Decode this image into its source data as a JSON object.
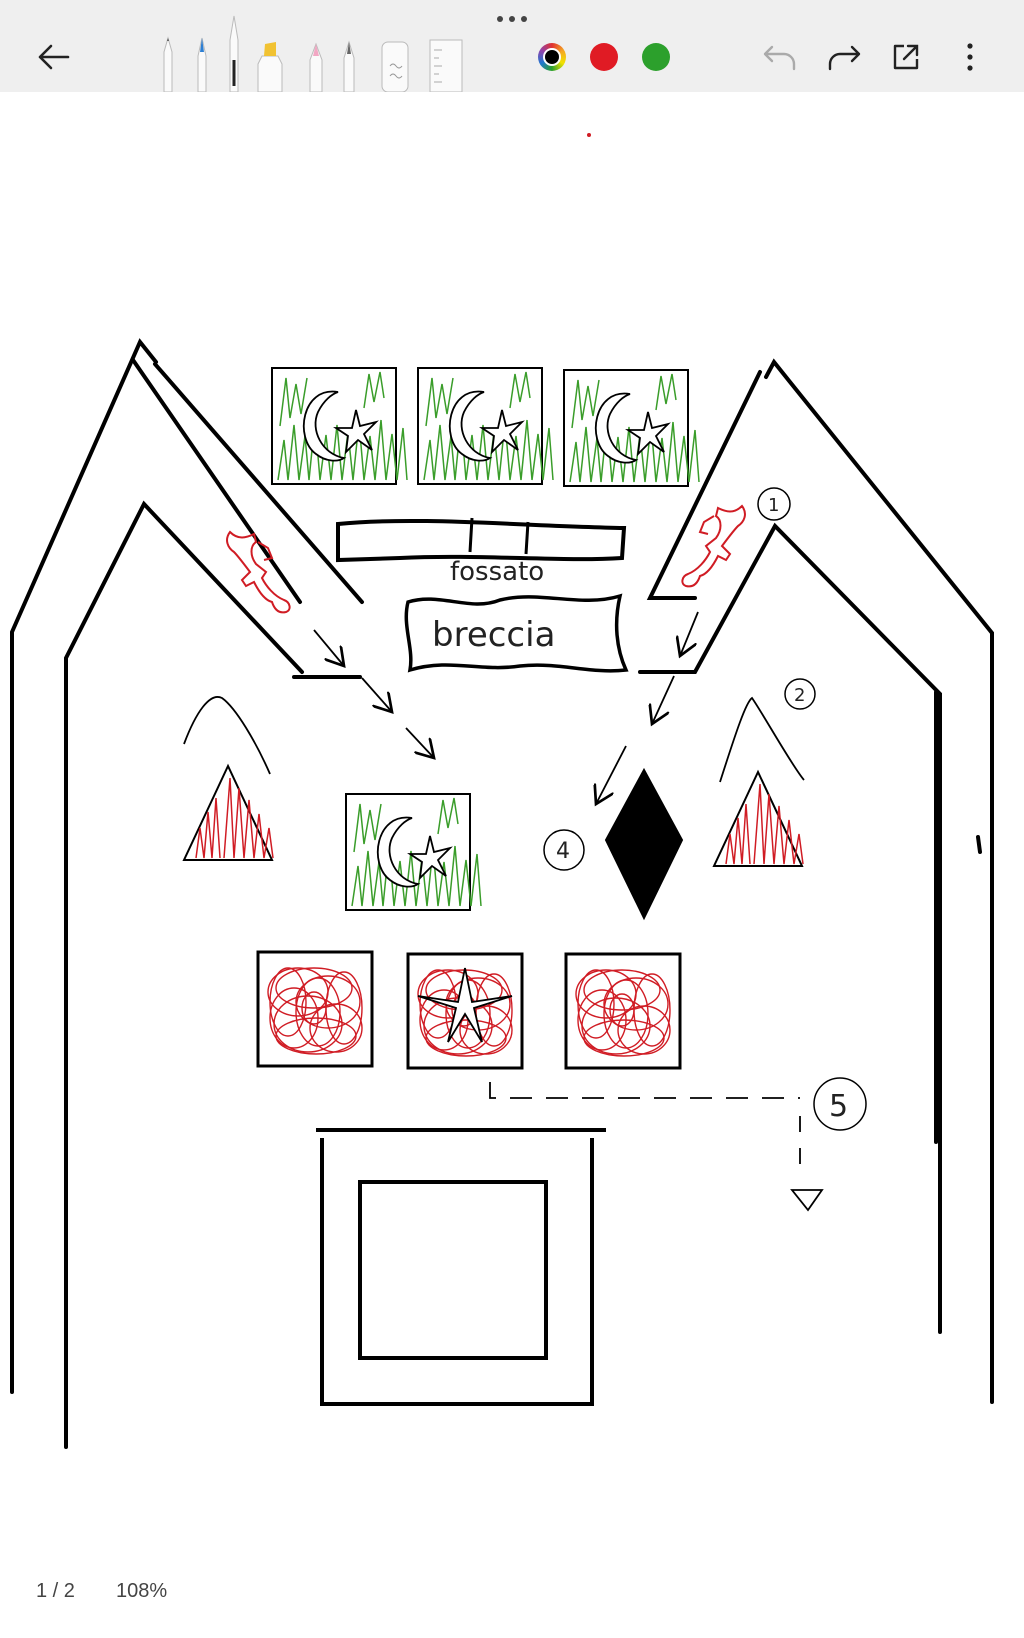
{
  "toolbar": {
    "drag_handle_icon": "more-horizontal-icon",
    "back_icon": "arrow-left-icon",
    "tools": [
      "pencil",
      "brush-pen",
      "fineliner",
      "highlighter",
      "marker",
      "calligraphy-pen",
      "eraser",
      "ruler"
    ],
    "colors": {
      "picker": "rainbow",
      "black": "#000000",
      "red": "#e01b24",
      "green": "#2ca02c"
    },
    "actions": [
      "undo-icon",
      "redo-icon",
      "share-icon",
      "more-vertical-icon"
    ]
  },
  "sketch": {
    "label_moat": "fossato",
    "label_breach": "breccia",
    "markers": [
      "1",
      "2",
      "4",
      "5"
    ]
  },
  "status": {
    "page": "1 / 2",
    "zoom": "108%"
  }
}
